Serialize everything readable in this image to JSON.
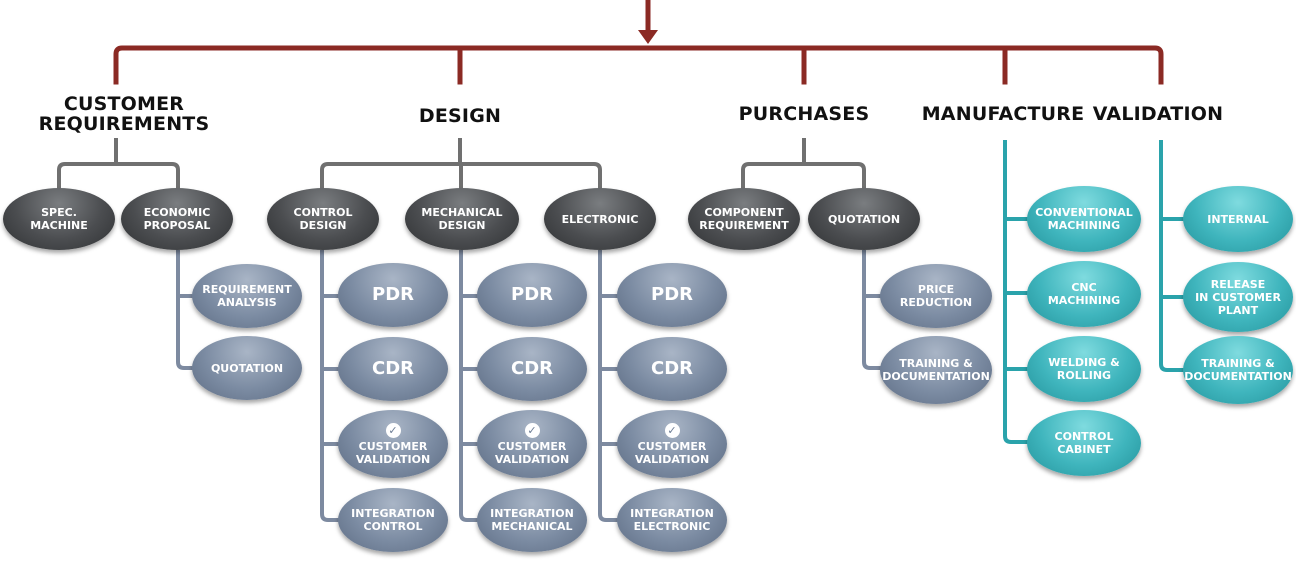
{
  "headers": {
    "customer": "CUSTOMER\nREQUIREMENTS",
    "design": "DESIGN",
    "purchases": "PURCHASES",
    "manufacture": "MANUFACTURE",
    "validation": "VALIDATION"
  },
  "customer": {
    "spec": "SPEC.\nMACHINE",
    "economic": "ECONOMIC\nPROPOSAL",
    "requirement_analysis": "REQUIREMENT\nANALYSIS",
    "quotation": "QUOTATION"
  },
  "design": {
    "control": "CONTROL\nDESIGN",
    "mechanical": "MECHANICAL\nDESIGN",
    "electronic": "ELECTRONIC",
    "pdr": "PDR",
    "cdr": "CDR",
    "customer_validation": "CUSTOMER\nVALIDATION",
    "integration_control": "INTEGRATION\nCONTROL",
    "integration_mechanical": "INTEGRATION\nMECHANICAL",
    "integration_electronic": "INTEGRATION\nELECTRONIC"
  },
  "purchases": {
    "component": "COMPONENT\nREQUIREMENT",
    "quotation": "QUOTATION",
    "price_reduction": "PRICE\nREDUCTION",
    "training": "TRAINING &\nDOCUMENTATION"
  },
  "manufacture": {
    "conventional": "CONVENTIONAL\nMACHINING",
    "cnc": "CNC\nMACHINING",
    "welding": "WELDING &\nROLLING",
    "cabinet": "CONTROL\nCABINET"
  },
  "validation": {
    "internal": "INTERNAL",
    "release": "RELEASE\nIN CUSTOMER\nPLANT",
    "training": "TRAINING &\nDOCUMENTATION"
  },
  "colors": {
    "top_connector": "#8b2a24",
    "gray_connector": "#707070",
    "blue_connector": "#7d8aa0",
    "teal_connector": "#2aa3ab"
  },
  "icons": {
    "check": "check-icon"
  }
}
